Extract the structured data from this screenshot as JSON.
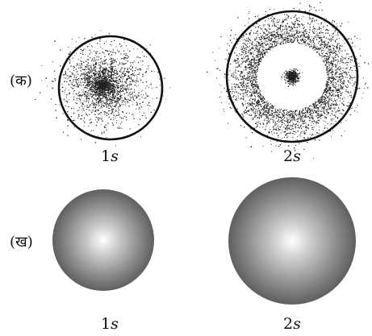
{
  "row_a": {
    "label": "(क)",
    "orbitals": [
      {
        "num": "1",
        "sym": "s"
      },
      {
        "num": "2",
        "sym": "s"
      }
    ]
  },
  "row_b": {
    "label": "(ख)",
    "orbitals": [
      {
        "num": "1",
        "sym": "s"
      },
      {
        "num": "2",
        "sym": "s"
      }
    ]
  }
}
